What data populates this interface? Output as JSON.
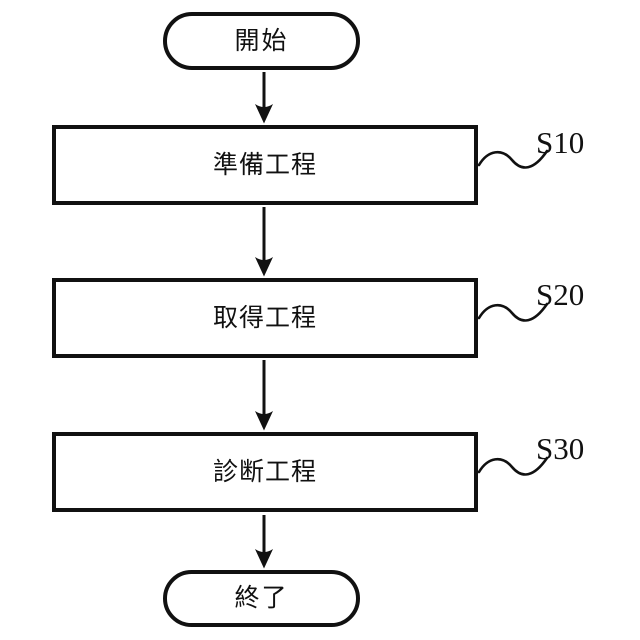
{
  "diagram": {
    "type": "flowchart",
    "orientation": "top-down",
    "start": {
      "label": "開始"
    },
    "steps": [
      {
        "label": "準備工程",
        "ref": "S10"
      },
      {
        "label": "取得工程",
        "ref": "S20"
      },
      {
        "label": "診断工程",
        "ref": "S30"
      }
    ],
    "end": {
      "label": "終了"
    },
    "colors": {
      "line": "#111111",
      "background": "#ffffff",
      "text": "#111111"
    }
  }
}
